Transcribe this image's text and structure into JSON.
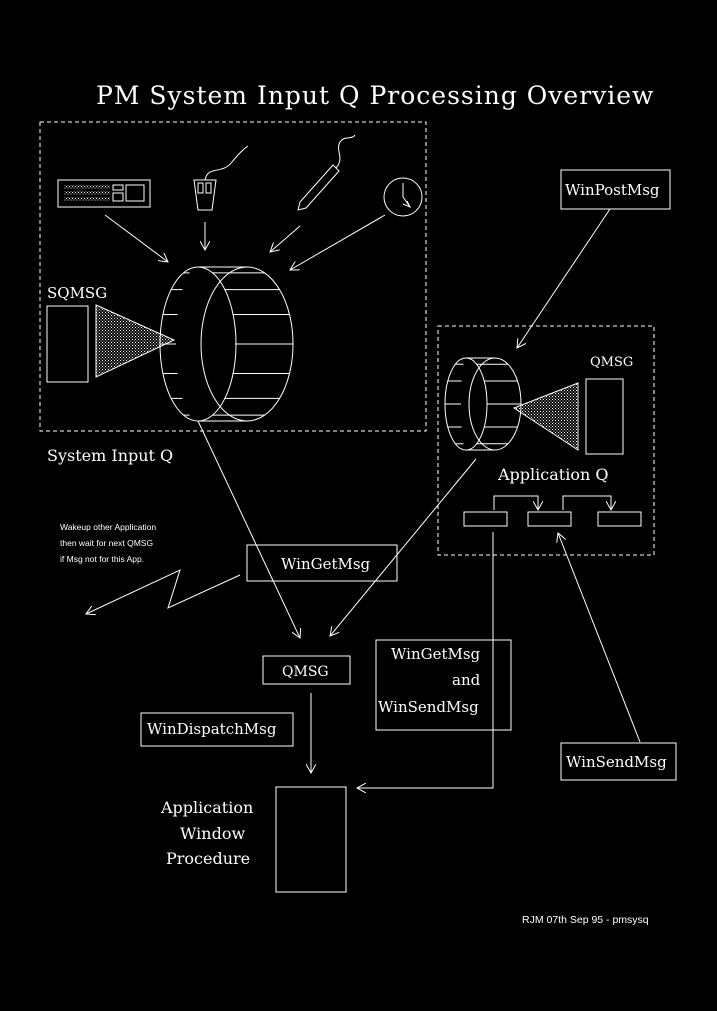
{
  "title": "PM System Input Q Processing Overview",
  "labels": {
    "sqmsg": "SQMSG",
    "system_input_q": "System Input Q",
    "qmsg_app": "QMSG",
    "application_q": "Application Q",
    "win_post_msg": "WinPostMsg",
    "win_get_msg_left": "WinGetMsg",
    "qmsg_center": "QMSG",
    "win_get_msg_right": "WinGetMsg",
    "and": "and",
    "win_send_msg_combo": "WinSendMsg",
    "win_dispatch_msg": "WinDispatchMsg",
    "win_send_msg": "WinSendMsg",
    "app_window_proc_1": "Application",
    "app_window_proc_2": "Window",
    "app_window_proc_3": "Procedure",
    "wakeup_1": "Wakeup other Application",
    "wakeup_2": "then wait for next QMSG",
    "wakeup_3": "if Msg not for this App.",
    "footer": "RJM 07th Sep 95 - pmsysq"
  },
  "icons": [
    "keyboard-icon",
    "mouse-icon",
    "pen-icon",
    "clock-icon"
  ]
}
